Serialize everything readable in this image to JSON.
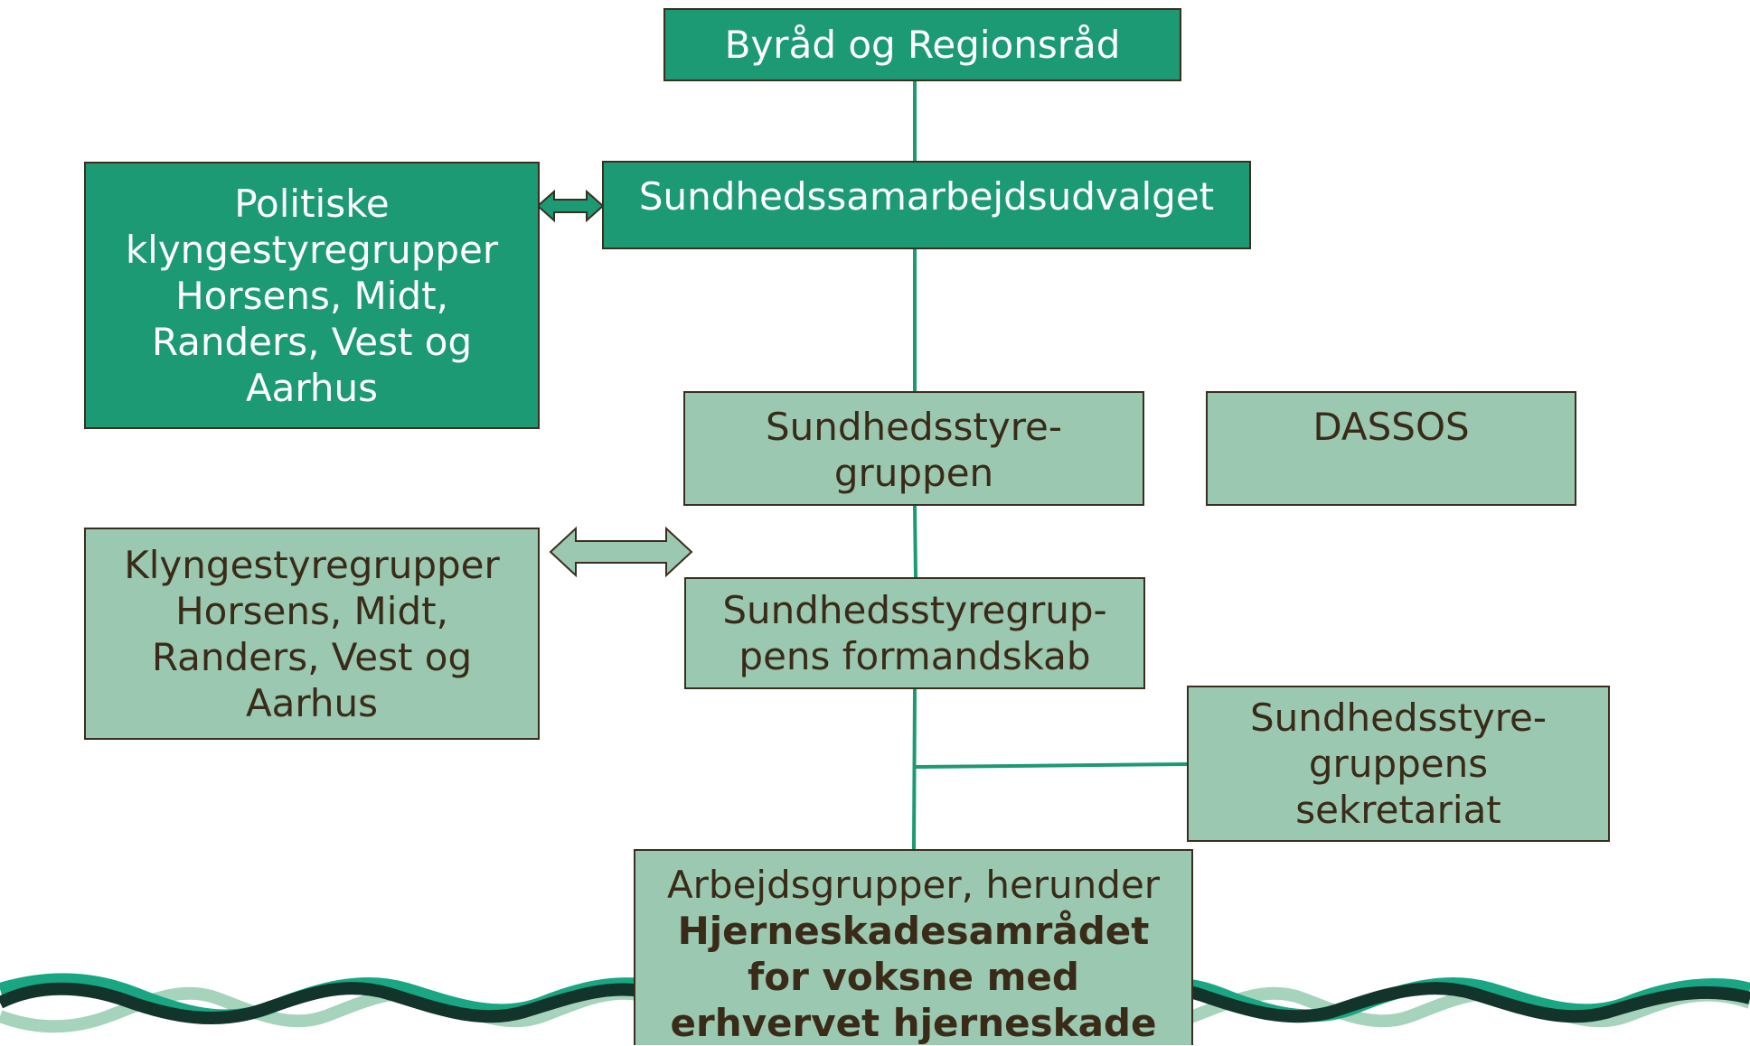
{
  "nodes": {
    "byraad": {
      "lines": [
        "Byråd og Regionsråd"
      ]
    },
    "sundhedssamarbejdsudvalget": {
      "lines": [
        "Sundhedssamarbejdsudvalget"
      ]
    },
    "politiske": {
      "lines": [
        "Politiske",
        "klyngestyregrupper",
        "Horsens, Midt,",
        "Randers, Vest og",
        "Aarhus"
      ]
    },
    "sundhedsstyregruppen": {
      "lines": [
        "Sundhedsstyre-",
        "gruppen"
      ]
    },
    "dassos": {
      "lines": [
        "DASSOS"
      ]
    },
    "klyngestyregrupper": {
      "lines": [
        "Klyngestyregrupper",
        "Horsens, Midt,",
        "Randers, Vest og",
        "Aarhus"
      ]
    },
    "formandskab": {
      "lines": [
        "Sundhedsstyregrup-",
        "pens formandskab"
      ]
    },
    "sekretariat": {
      "lines": [
        "Sundhedsstyre-",
        "gruppens",
        "sekretariat"
      ]
    },
    "arbejdsgrupper": {
      "line1": "Arbejdsgrupper, herunder",
      "bold_lines": [
        "Hjerneskadesamrådet",
        "for voksne med",
        "erhvervet hjerneskade"
      ]
    }
  },
  "colors": {
    "dark_green": "#1b9a74",
    "light_green": "#9ac8b0",
    "dark_text": "#3a2a18",
    "border": "#3a2f1e",
    "connector": "#1b9a74",
    "wave_dark": "#12342a",
    "wave_mid": "#19a683",
    "wave_light": "#a6d3bc"
  }
}
